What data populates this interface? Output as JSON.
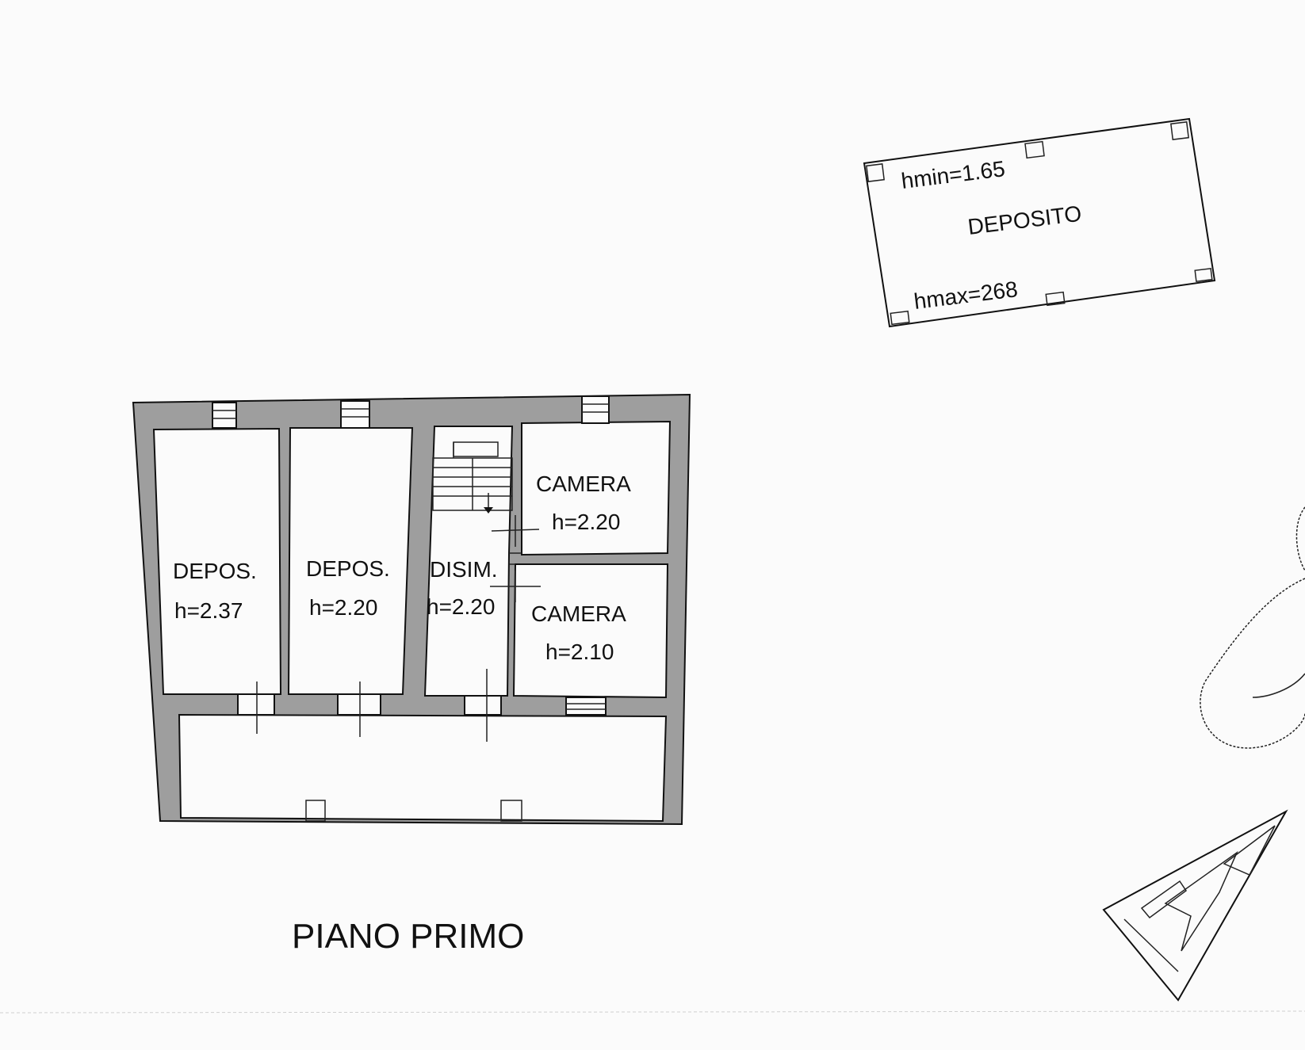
{
  "title": "PIANO PRIMO",
  "deposito_annex": {
    "name": "DEPOSITO",
    "hmin": "hmin=1.65",
    "hmax": "hmax=268"
  },
  "rooms": {
    "depos1": {
      "name": "DEPOS.",
      "height": "h=2.37"
    },
    "depos2": {
      "name": "DEPOS.",
      "height": "h=2.20"
    },
    "disim": {
      "name": "DISIM.",
      "height": "h=2.20"
    },
    "camera1": {
      "name": "CAMERA",
      "height": "h=2.20"
    },
    "camera2": {
      "name": "CAMERA",
      "height": "h=2.10"
    }
  },
  "colors": {
    "wall": "#9e9e9e",
    "ink": "#111111",
    "paper": "#fbfbfb"
  },
  "icons": [
    "north-arrow-icon",
    "signature-mark-icon",
    "stair-icon"
  ]
}
